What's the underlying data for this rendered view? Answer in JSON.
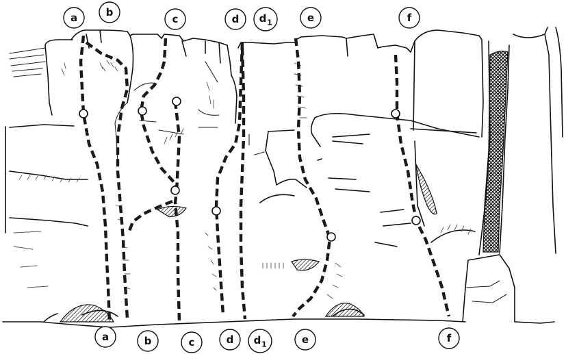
{
  "routes": [
    {
      "id": "a",
      "top_label": "a",
      "bottom_label": "a"
    },
    {
      "id": "b",
      "top_label": "b",
      "bottom_label": "b"
    },
    {
      "id": "c",
      "top_label": "c",
      "bottom_label": "c"
    },
    {
      "id": "d",
      "top_label": "d",
      "bottom_label": "d"
    },
    {
      "id": "d1",
      "top_label": "d",
      "top_sub": "1",
      "bottom_label": "d",
      "bottom_sub": "1"
    },
    {
      "id": "e",
      "top_label": "e",
      "bottom_label": "e"
    },
    {
      "id": "f",
      "top_label": "f",
      "bottom_label": "f"
    }
  ],
  "colors": {
    "ink": "#111111",
    "paper": "#ffffff"
  }
}
